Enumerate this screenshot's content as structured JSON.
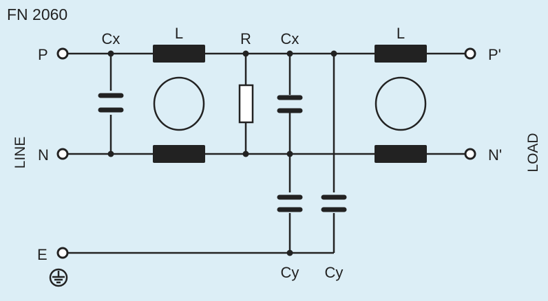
{
  "diagram": {
    "title": "FN 2060",
    "terminals": {
      "p": "P",
      "n": "N",
      "e": "E",
      "p_out": "P'",
      "n_out": "N'"
    },
    "sides": {
      "input": "LINE",
      "output": "LOAD"
    },
    "components": {
      "cx1": "Cx",
      "l1": "L",
      "r": "R",
      "cx2": "Cx",
      "l2": "L",
      "cy1": "Cy",
      "cy2": "Cy"
    },
    "colors": {
      "background": "#dceef6",
      "ink": "#222222"
    },
    "icons": {
      "ground": "ground-symbol-icon"
    }
  }
}
